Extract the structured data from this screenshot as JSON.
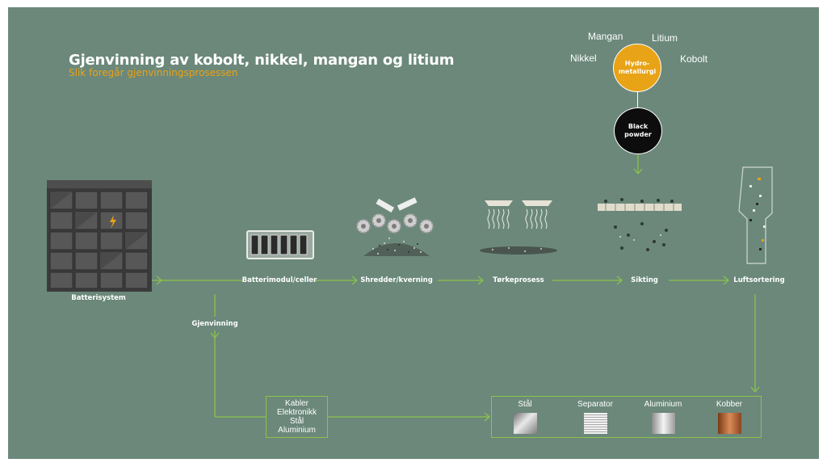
{
  "title": "Gjenvinning av kobolt, nikkel, mangan og litium",
  "subtitle": "Slik foregår gjenvinningsprosessen",
  "metals": {
    "mangan": "Mangan",
    "litium": "Litium",
    "nikkel": "Nikkel",
    "kobolt": "Kobolt"
  },
  "hydro": {
    "line1": "Hydro-",
    "line2": "metallurgi",
    "color": "#e8a317"
  },
  "black_powder": {
    "line1": "Black",
    "line2": "powder",
    "color": "#0d0d0d"
  },
  "steps": {
    "batterisystem": "Batterisystem",
    "batterimodul": "Batterimodul/celler",
    "shredder": "Shredder/kverning",
    "torke": "Tørkeprosess",
    "sikting": "Sikting",
    "luftsortering": "Luftsortering",
    "gjenvinning": "Gjenvinning"
  },
  "materials_box": [
    "Kabler",
    "Elektronikk",
    "Stål",
    "Aluminium"
  ],
  "outputs": [
    {
      "name": "Stål",
      "icon": "steel-swatch-icon"
    },
    {
      "name": "Separator",
      "icon": "separator-swatch-icon"
    },
    {
      "name": "Aluminium",
      "icon": "aluminium-swatch-icon"
    },
    {
      "name": "Kobber",
      "icon": "copper-swatch-icon"
    }
  ],
  "colors": {
    "background": "#6b887b",
    "arrow": "#8bc34a",
    "accent": "#e8a317"
  }
}
